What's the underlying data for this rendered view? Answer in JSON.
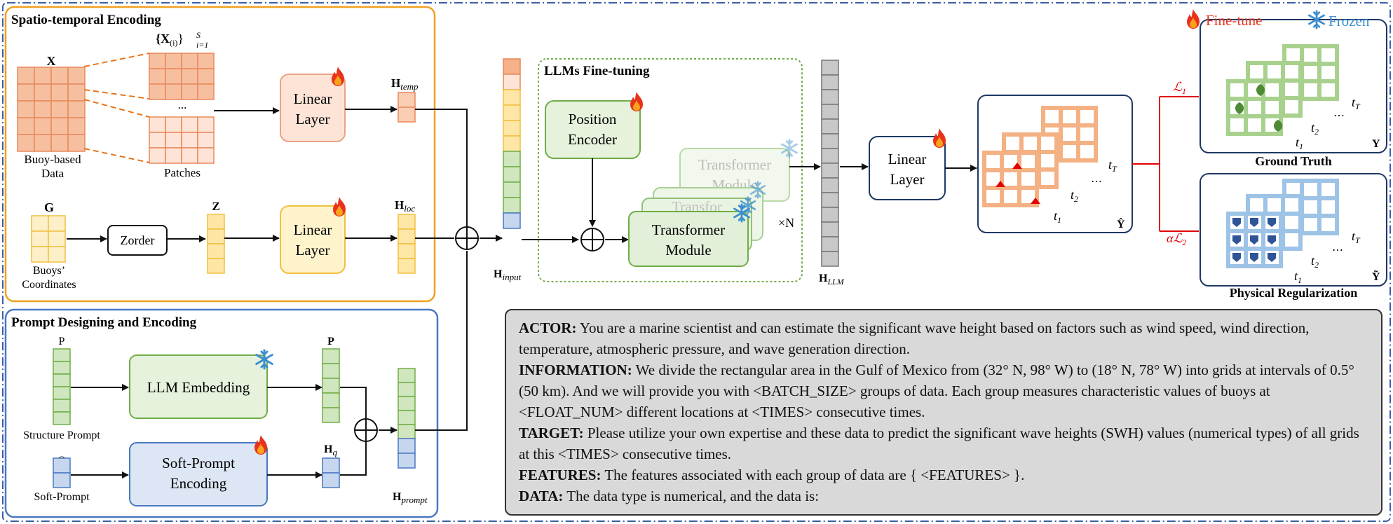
{
  "sections": {
    "spatio_temporal": "Spatio-temporal Encoding",
    "prompt": "Prompt Designing and Encoding",
    "llm": "LLMs Fine-tuning"
  },
  "legend": {
    "fine_tune": "Fine-tune",
    "frozen": "Frozen",
    "fire_color": "#e8331c",
    "snow_color": "#3c8fce"
  },
  "labels": {
    "x": "X",
    "patches_set_main": "{X",
    "patches_set_sub": "(i)",
    "patches_set_close": "}",
    "patches_set_sup": "S",
    "patches_set_lower": "i=1",
    "buoy_data_1": "Buoy-based",
    "buoy_data_2": "Data",
    "ellipsis": "...",
    "patches": "Patches",
    "linear_1": "Linear",
    "linear_2": "Layer",
    "h_temp_main": "H",
    "h_temp_sub": "temp",
    "g": "G",
    "buoys_1": "Buoys’",
    "buoys_2": "Coordinates",
    "zorder": "Zorder",
    "z": "Z",
    "h_loc_main": "H",
    "h_loc_sub": "loc",
    "h_input_main": "H",
    "h_input_sub": "input",
    "pos_enc_1": "Position",
    "pos_enc_2": "Encoder",
    "transformer_1": "Transformer",
    "transformer_2": "Module",
    "transformer_mid": "Transfor",
    "times_n": "×N",
    "h_llm_main": "H",
    "h_llm_sub": "LLM",
    "p": "P",
    "structure_prompt": "Structure Prompt",
    "q": "Q",
    "soft_prompt": "Soft-Prompt",
    "llm_embedding": "LLM Embedding",
    "soft_enc_1": "Soft-Prompt",
    "soft_enc_2": "Encoding",
    "p_out": "P",
    "h_q_main": "H",
    "h_q_sub": "q",
    "h_prompt_main": "H",
    "h_prompt_sub": "prompt",
    "t1": "t",
    "t1_sub": "1",
    "t2": "t",
    "t2_sub": "2",
    "tT": "t",
    "tT_sub": "T",
    "dots": "⋯",
    "y_hat": "Ŷ",
    "y": "Y",
    "y_tilde": "Ỹ",
    "loss1": "ℒ",
    "loss1_sub": "1",
    "loss2": "αℒ",
    "loss2_sub": "2",
    "ground_truth": "Ground Truth",
    "physical_reg": "Physical Regularization"
  },
  "prompt_text": [
    {
      "key": "ACTOR:",
      "text": " You are a marine scientist and can estimate the significant wave height based on factors such as wind speed, wind direction, temperature, atmospheric pressure, and wave generation direction."
    },
    {
      "key": "INFORMATION:",
      "text": " We divide the rectangular area in the Gulf of Mexico from (32° N, 98° W) to (18° N, 78° W) into grids at intervals of 0.5° (50 km). And we will provide you with <BATCH_SIZE> groups of data. Each group measures characteristic values of buoys at <FLOAT_NUM> different locations at <TIMES> consecutive times."
    },
    {
      "key": "TARGET:",
      "text": " Please utilize your own expertise and these data to predict the significant wave heights (SWH) values (numerical types) of all grids at this <TIMES> consecutive times."
    },
    {
      "key": "FEATURES:",
      "text": " The features associated with each group of data are { <FEATURES> }."
    },
    {
      "key": "DATA:",
      "text": " The data type is numerical, and the data is:"
    }
  ],
  "colors": {
    "orange_border": "#f0a020",
    "blue_border": "#4a78c0",
    "green_border": "#70ad47",
    "red_loss": "#e00000",
    "patch_fill": "#f6c0a0",
    "patch_stroke": "#e8885a",
    "yellow_fill": "#fdf0c8",
    "yellow_stroke": "#f0c040",
    "green_fill": "#e6f2dc",
    "blue_fill": "#dce6f4",
    "gray_fill": "#c8c8c8"
  }
}
